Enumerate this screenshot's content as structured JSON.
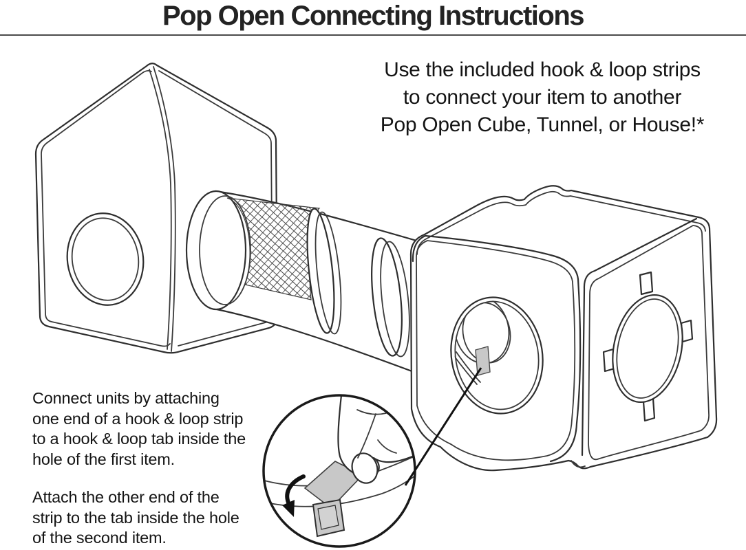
{
  "header": {
    "title": "Pop Open Connecting Instructions"
  },
  "intro": {
    "text": "Use the included hook & loop strips\nto connect your item to another\nPop Open Cube, Tunnel, or House!*"
  },
  "steps": {
    "step1": "Connect units by attaching\none end of a hook & loop strip\nto a hook & loop tab inside the\nhole of the first item.",
    "step2": "Attach the other end of the\nstrip to the tab inside the hole\nof the second item."
  },
  "colors": {
    "line": "#2e2e2e",
    "tab_fill": "#c8c8c8",
    "background": "#ffffff"
  }
}
